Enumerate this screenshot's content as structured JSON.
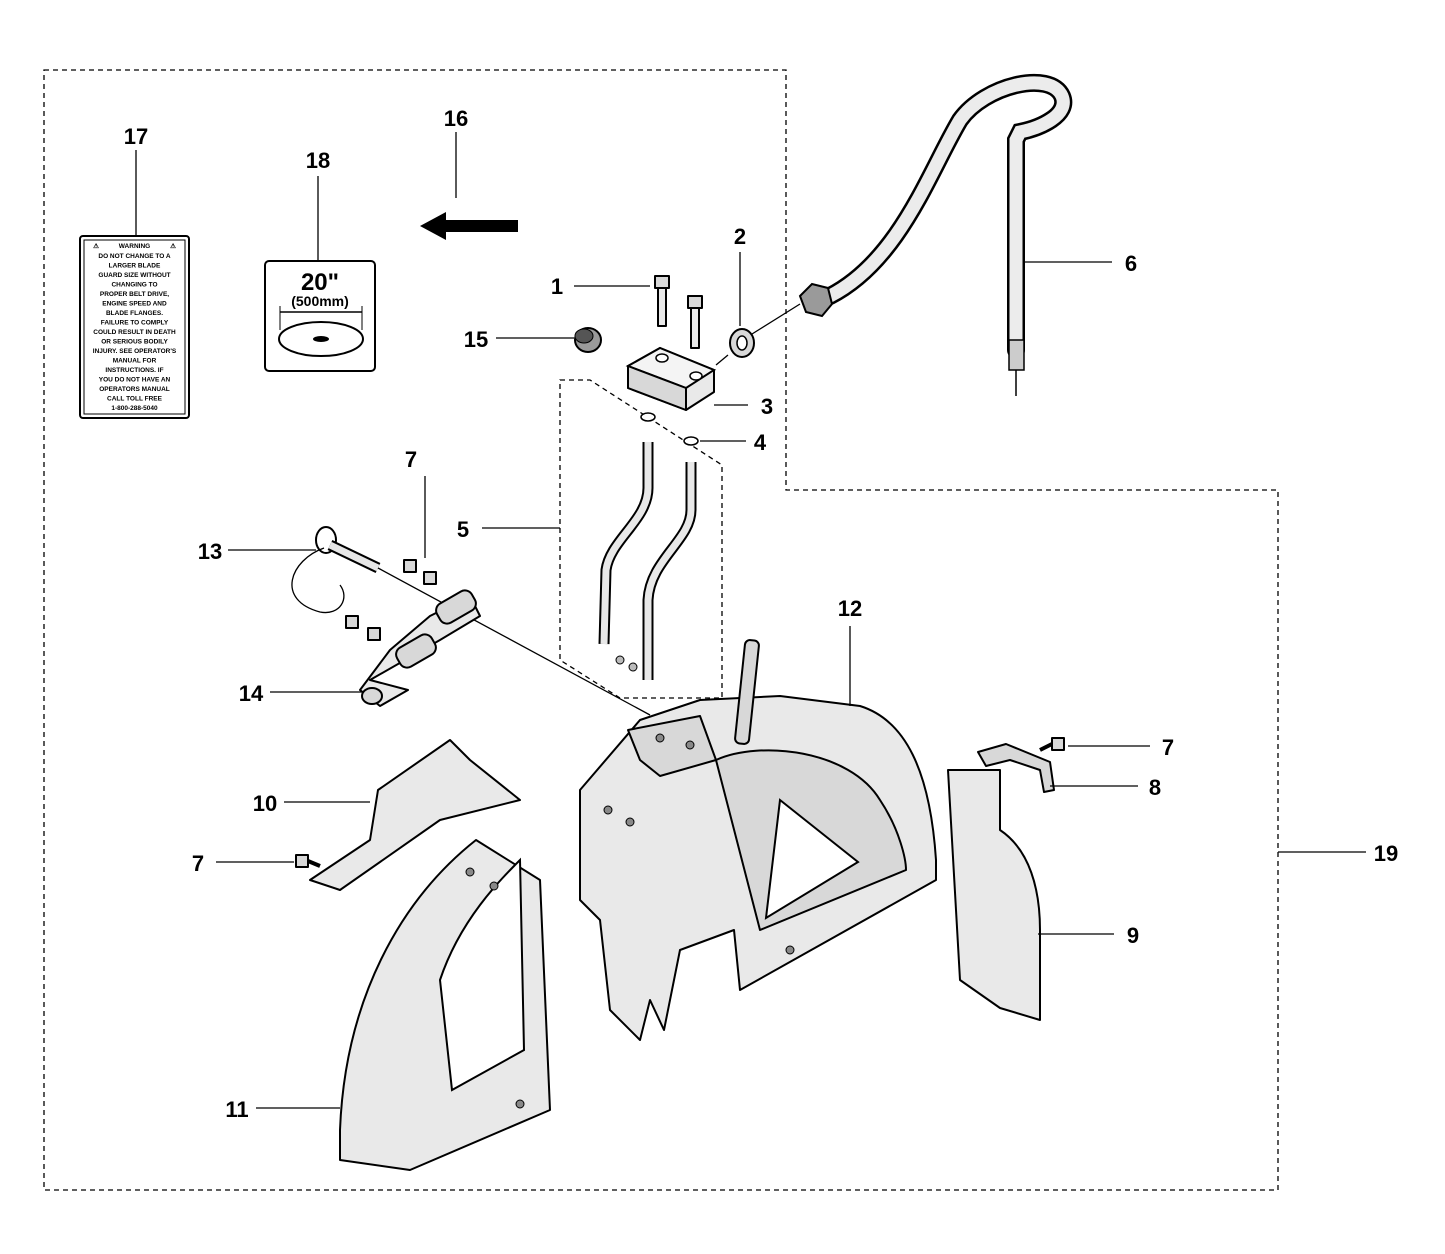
{
  "callouts": [
    "1",
    "2",
    "3",
    "4",
    "5",
    "6",
    "7",
    "8",
    "9",
    "10",
    "11",
    "12",
    "13",
    "14",
    "15",
    "16",
    "17",
    "18",
    "19"
  ],
  "warning_label": {
    "heading": "WARNING",
    "lines": [
      "DO NOT CHANGE TO A",
      "LARGER BLADE",
      "GUARD SIZE WITHOUT",
      "CHANGING TO",
      "PROPER BELT DRIVE,",
      "ENGINE SPEED AND",
      "BLADE FLANGES.",
      "FAILURE TO COMPLY",
      "COULD RESULT IN DEATH",
      "OR SERIOUS BODILY",
      "INJURY. SEE OPERATOR'S",
      "MANUAL FOR",
      "INSTRUCTIONS. IF",
      "YOU DO NOT HAVE AN",
      "OPERATORS MANUAL",
      "CALL TOLL FREE",
      "1-800-288-5040"
    ]
  },
  "blade_label": {
    "size": "20\"",
    "metric": "(500mm)"
  }
}
